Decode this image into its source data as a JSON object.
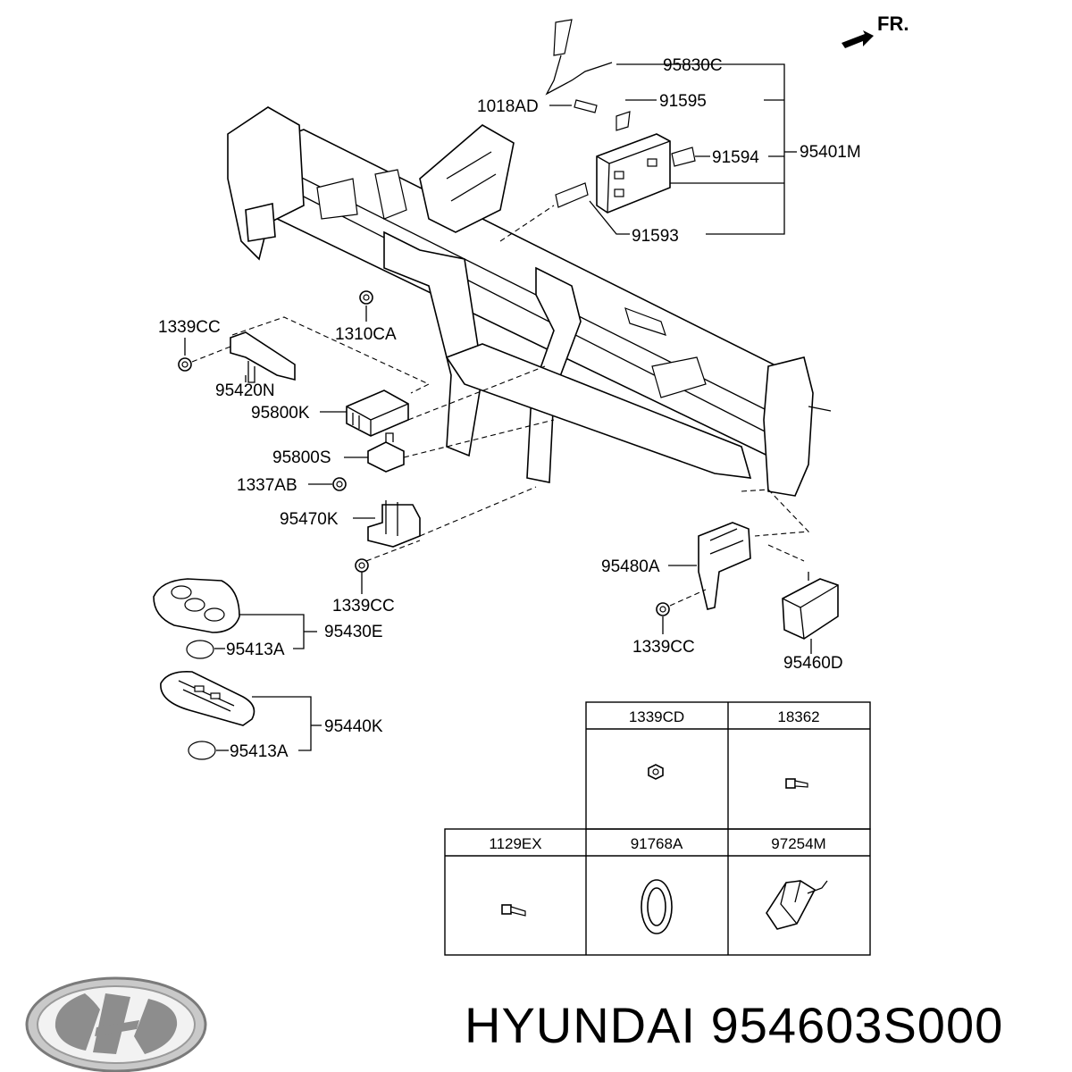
{
  "direction": {
    "label": "FR."
  },
  "parts": {
    "p95830C": "95830C",
    "p1018AD": "1018AD",
    "p91595": "91595",
    "p91594": "91594",
    "p95401M": "95401M",
    "p91593": "91593",
    "p1339CC_a": "1339CC",
    "p1310CA": "1310CA",
    "p95420N": "95420N",
    "p95800K": "95800K",
    "p95800S": "95800S",
    "p1337AB": "1337AB",
    "p95470K": "95470K",
    "p1339CC_b": "1339CC",
    "p95430E": "95430E",
    "p95413A_a": "95413A",
    "p95440K": "95440K",
    "p95413A_b": "95413A",
    "p95480A": "95480A",
    "p1339CC_c": "1339CC",
    "p95460D": "95460D"
  },
  "fastener_table": {
    "cells": [
      "1339CD",
      "18362",
      "1129EX",
      "91768A",
      "97254M"
    ]
  },
  "footer": {
    "brand_logo": "hyundai-logo",
    "text": "HYUNDAI 954603S000"
  }
}
